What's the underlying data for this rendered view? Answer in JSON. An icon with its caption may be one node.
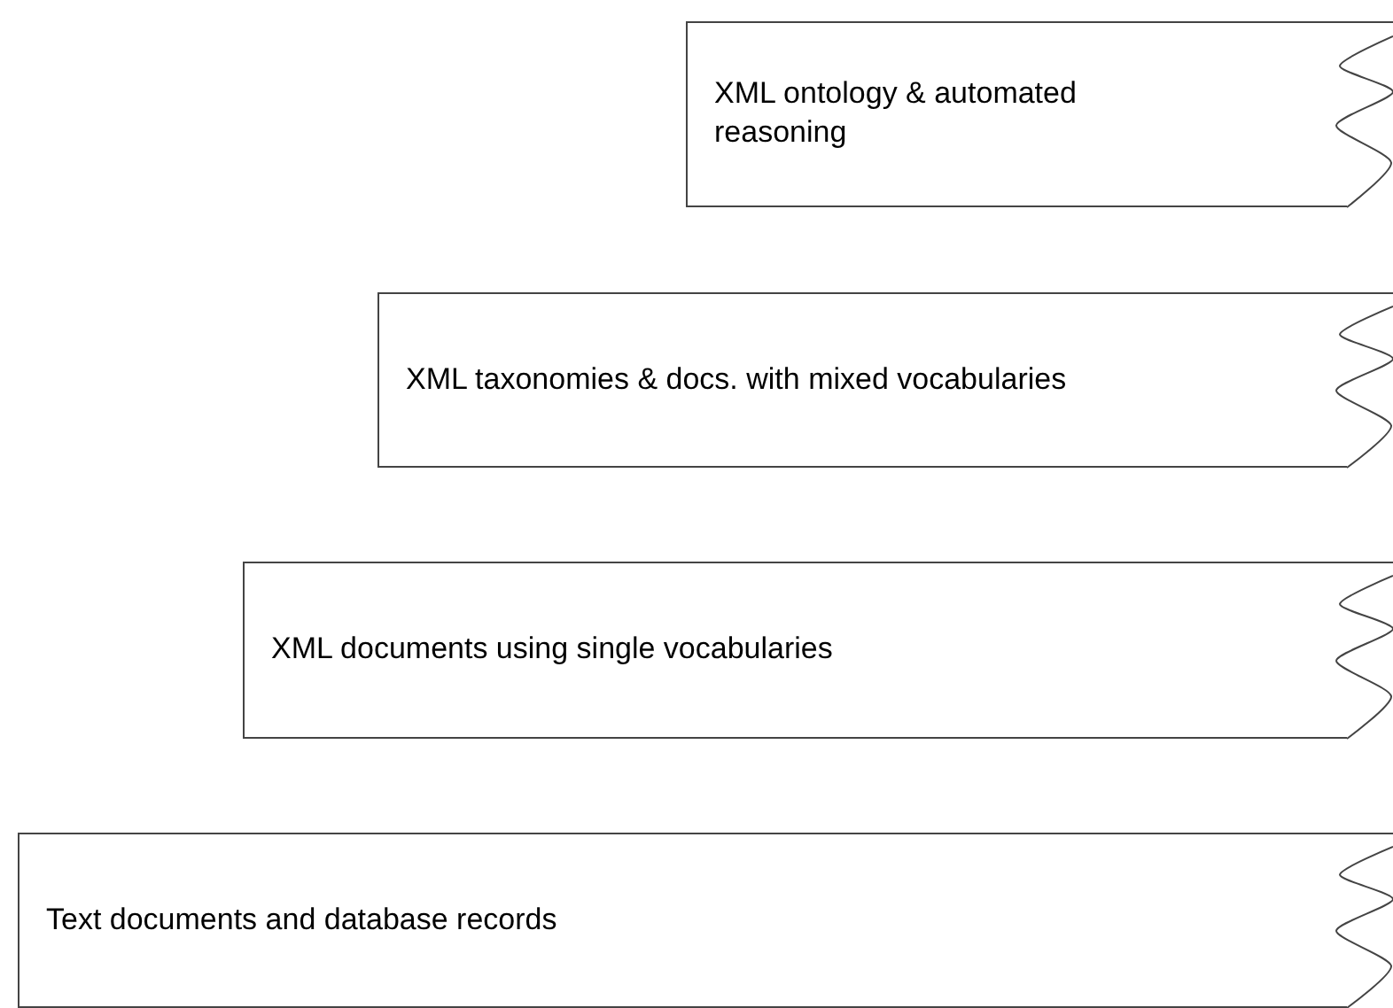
{
  "diagram": {
    "nodes": [
      {
        "text": [
          "XML ontology & automated reasoning"
        ]
      },
      {
        "text": [
          "XML taxonomies & docs. with mixed vocabularies"
        ]
      },
      {
        "text": [
          "XML documents using single vocabularies"
        ]
      },
      {
        "text": [
          "Text documents and database records"
        ]
      }
    ]
  }
}
